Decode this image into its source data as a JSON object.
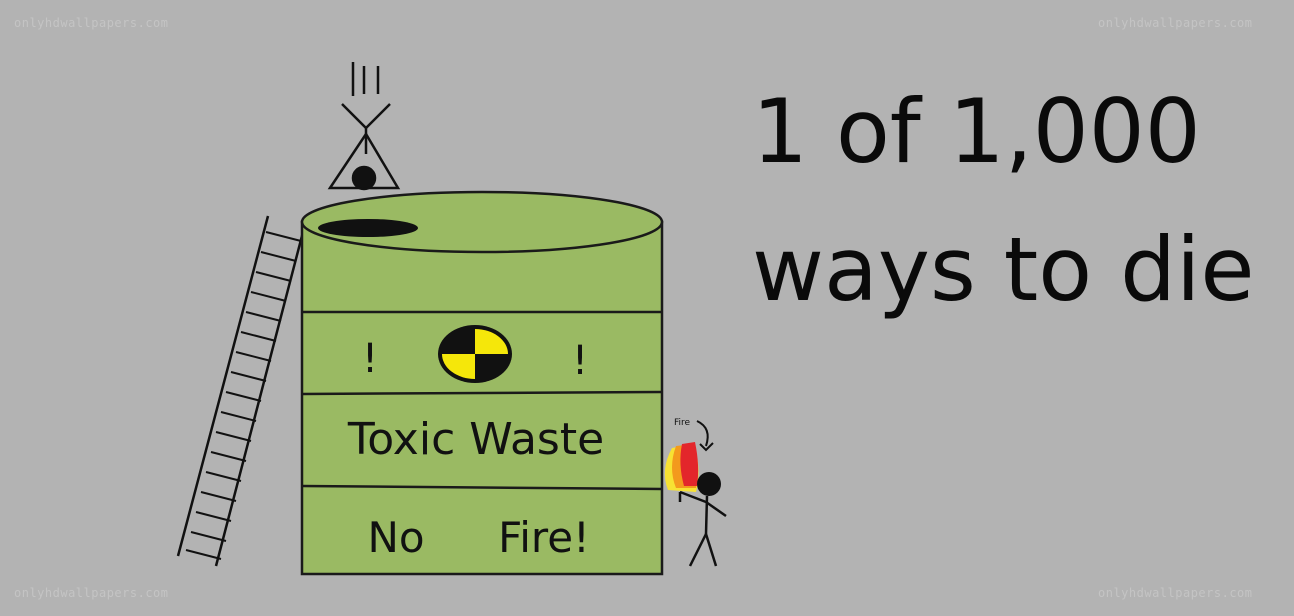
{
  "watermark": {
    "top_left": "onlyhdwallpapers.com",
    "top_right": "onlyhdwallpapers.com",
    "bottom_left": "onlyhdwallpapers.com",
    "bottom_right": "onlyhdwallpapers.com"
  },
  "title": {
    "line1": "1 of 1,000",
    "line2": "ways to die"
  },
  "tank": {
    "warning_left": "!",
    "warning_right": "!",
    "label_toxic": "Toxic Waste",
    "label_no": "No",
    "label_fire": "Fire!",
    "color_body": "#9aba63",
    "color_outline": "#1a1a1a"
  },
  "callout": {
    "fire_label": "Fire"
  },
  "colors": {
    "background": "#b3b3b3",
    "hazard_yellow": "#f5e70a",
    "flame_red": "#e3262b",
    "flame_orange": "#f39a1d",
    "flame_yellow": "#f7e233"
  }
}
